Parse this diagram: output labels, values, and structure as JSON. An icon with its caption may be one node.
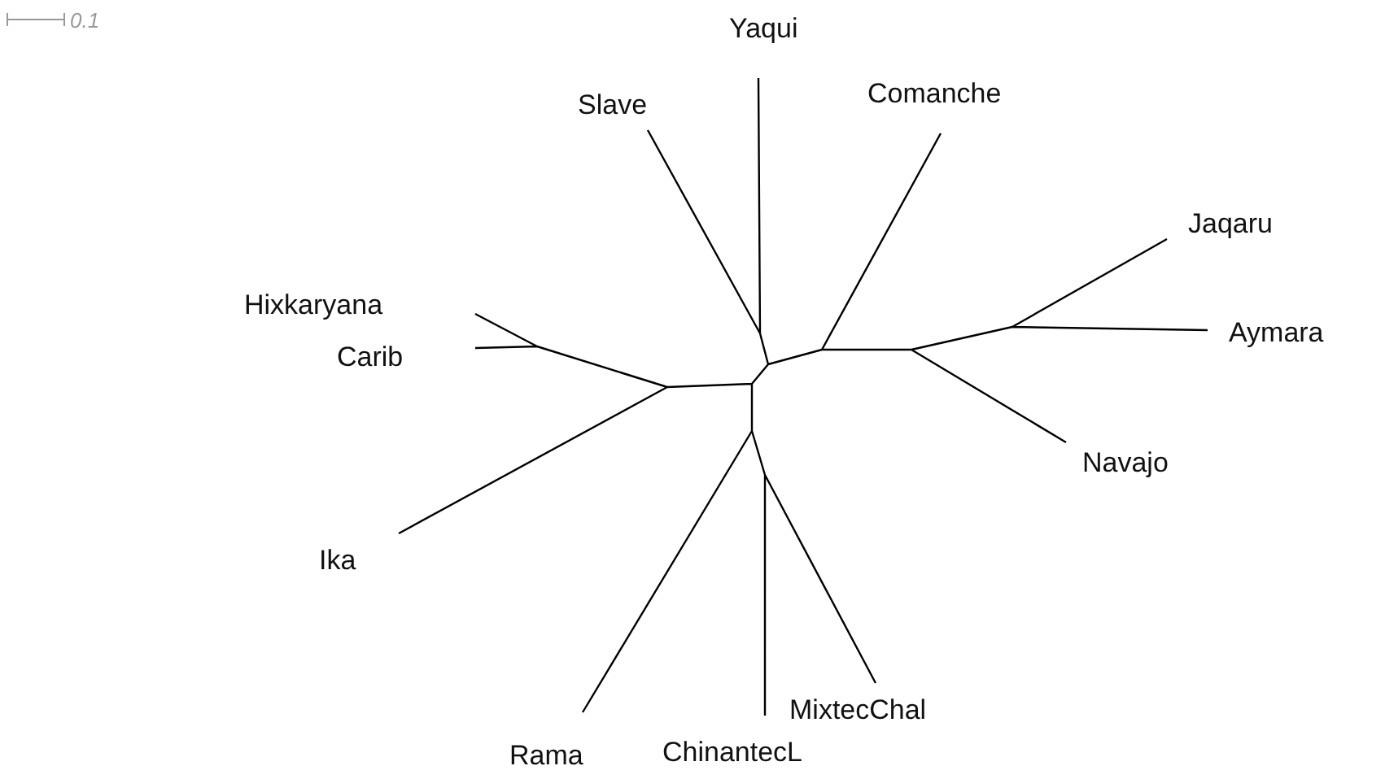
{
  "diagram": {
    "labels": [
      "0.1",
      "Yaqui",
      "Slave",
      "Comanche",
      "Jaqaru",
      "Hixkaryana",
      "Aymara",
      "Carib",
      "Navajo",
      "Ika",
      "MixtecChal",
      "Rama",
      "ChinantecL"
    ]
  }
}
